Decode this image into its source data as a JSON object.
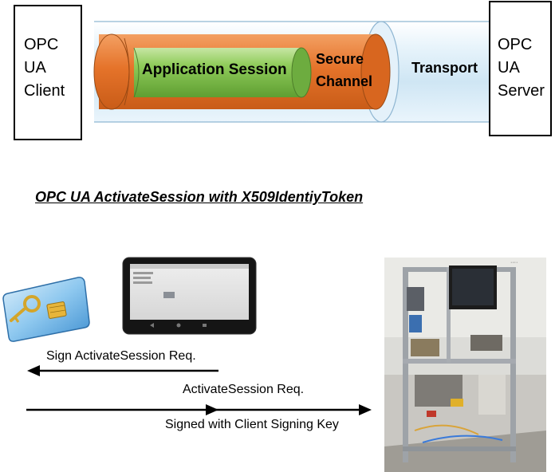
{
  "client_box": {
    "lines": "OPC\nUA\nClient"
  },
  "server_box": {
    "lines": "OPC\nUA\nServer"
  },
  "layers": {
    "application_session": "Application Session",
    "secure_channel_line1": "Secure",
    "secure_channel_line2": "Channel",
    "transport": "Transport"
  },
  "title": "OPC UA ActivateSession with X509IdentiyToken",
  "arrows": {
    "sign_request": "Sign ActivateSession  Req.",
    "activate_request": "ActivateSession  Req.",
    "signed_with": "Signed with Client Signing Key"
  },
  "colors": {
    "transport_tube": "#dceef9",
    "secure_channel": "#e6742a",
    "application_session": "#7cc04a"
  }
}
